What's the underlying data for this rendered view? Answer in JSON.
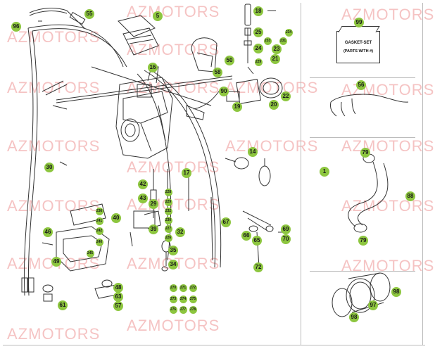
{
  "watermark_text": "AZMOTORS",
  "colors": {
    "callout_fill": "#8dc63f",
    "watermark": "#dc2828",
    "line": "#333333"
  },
  "kit": {
    "title": "GASKET-SET",
    "subtitle": "(PARTS WITH #)",
    "callout": "99"
  },
  "callouts": {
    "c96": "96",
    "c55": "55",
    "c5": "5",
    "c18": "18",
    "c99": "99",
    "c25": "25",
    "c24": "24",
    "c23": "23",
    "c21": "21",
    "c234": "234",
    "c233": "233",
    "c231": "231",
    "c229": "229",
    "c50": "50",
    "c58": "58",
    "c16": "16",
    "c90": "90",
    "c22": "22",
    "c20": "20",
    "c19": "19",
    "c56": "56",
    "c14": "14",
    "c30": "30",
    "c79a": "79",
    "c1": "1",
    "c17": "17",
    "c42": "42",
    "c43": "43",
    "c228": "228",
    "c229b": "229",
    "c232": "232",
    "c230": "230",
    "c227": "227",
    "c226": "226",
    "c29": "29",
    "c40": "40",
    "c39": "39",
    "c32": "32",
    "c35": "35",
    "c34": "34",
    "c88": "88",
    "c67": "67",
    "c66": "66",
    "c65": "65",
    "c69": "69",
    "c70": "70",
    "c72": "72",
    "c79b": "79",
    "c46": "46",
    "c49": "49",
    "c236": "236",
    "c241": "241",
    "c242": "242",
    "c240": "240",
    "c245": "245",
    "c61": "61",
    "c48": "48",
    "c63": "63",
    "c57": "57",
    "c270": "270",
    "c271": "271",
    "c272": "272",
    "c273": "273",
    "c274": "274",
    "c275": "275",
    "c276": "276",
    "c277": "277",
    "c278": "278",
    "c98a": "98",
    "c97": "97",
    "c98b": "98"
  }
}
